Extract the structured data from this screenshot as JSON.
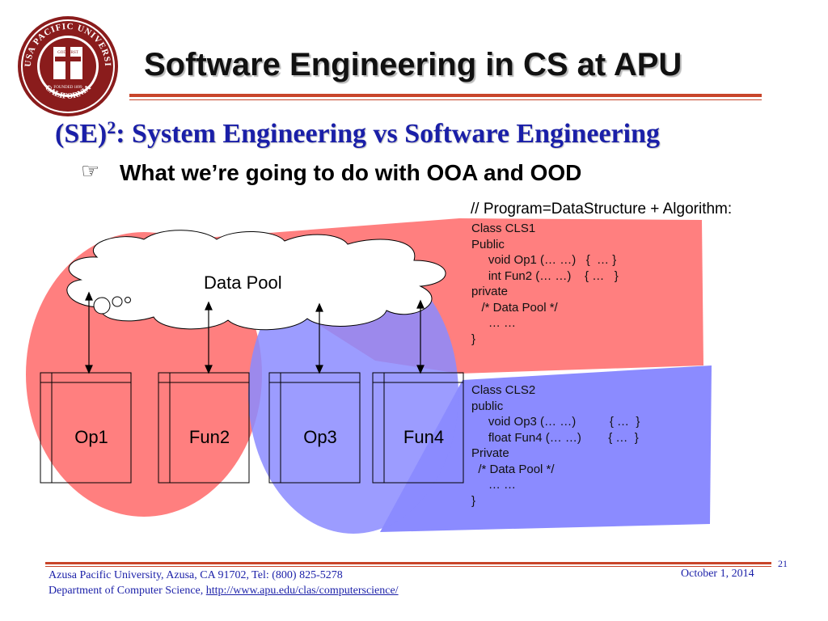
{
  "slide": {
    "title": "Software Engineering in CS at APU",
    "subtitle_prefix": "(SE)",
    "subtitle_sup": "2",
    "subtitle_rest": ": System Engineering vs Software Engineering",
    "bullet_icon": "pointing-hand-icon",
    "bullet": "What we’re going to do with OOA and OOD"
  },
  "seal": {
    "arc_text": "AZUSA PACIFIC UNIVERSITY",
    "bottom_text": "CALIFORNIA",
    "motto": "GOD  FIRST",
    "founded": "FOUNDED 1899"
  },
  "diagram": {
    "data_pool_label": "Data Pool",
    "boxes": [
      "Op1",
      "Fun2",
      "Op3",
      "Fun4"
    ],
    "code_header": "// Program=DataStructure + Algorithm:",
    "class1": "Class CLS1\nPublic\n     void Op1 (… …)   {  … }\n     int Fun2 (… …)    { …   }\nprivate\n   /* Data Pool */\n     … …\n}",
    "class2": "Class CLS2\npublic\n     void Op3 (… …)          { …  }\n     float Fun4 (… …)        { …  }\nPrivate\n  /* Data Pool */\n     … …\n}",
    "colors": {
      "red": "#ff7f7f",
      "blue": "#8b8bff"
    }
  },
  "footer": {
    "line1": "Azusa Pacific University, Azusa, CA 91702, Tel:  (800) 825-5278",
    "line2_prefix": "Department of Computer Science, ",
    "link": "http://www.apu.edu/clas/computerscience/",
    "date": "October 1, 2014",
    "page_number": "21"
  }
}
